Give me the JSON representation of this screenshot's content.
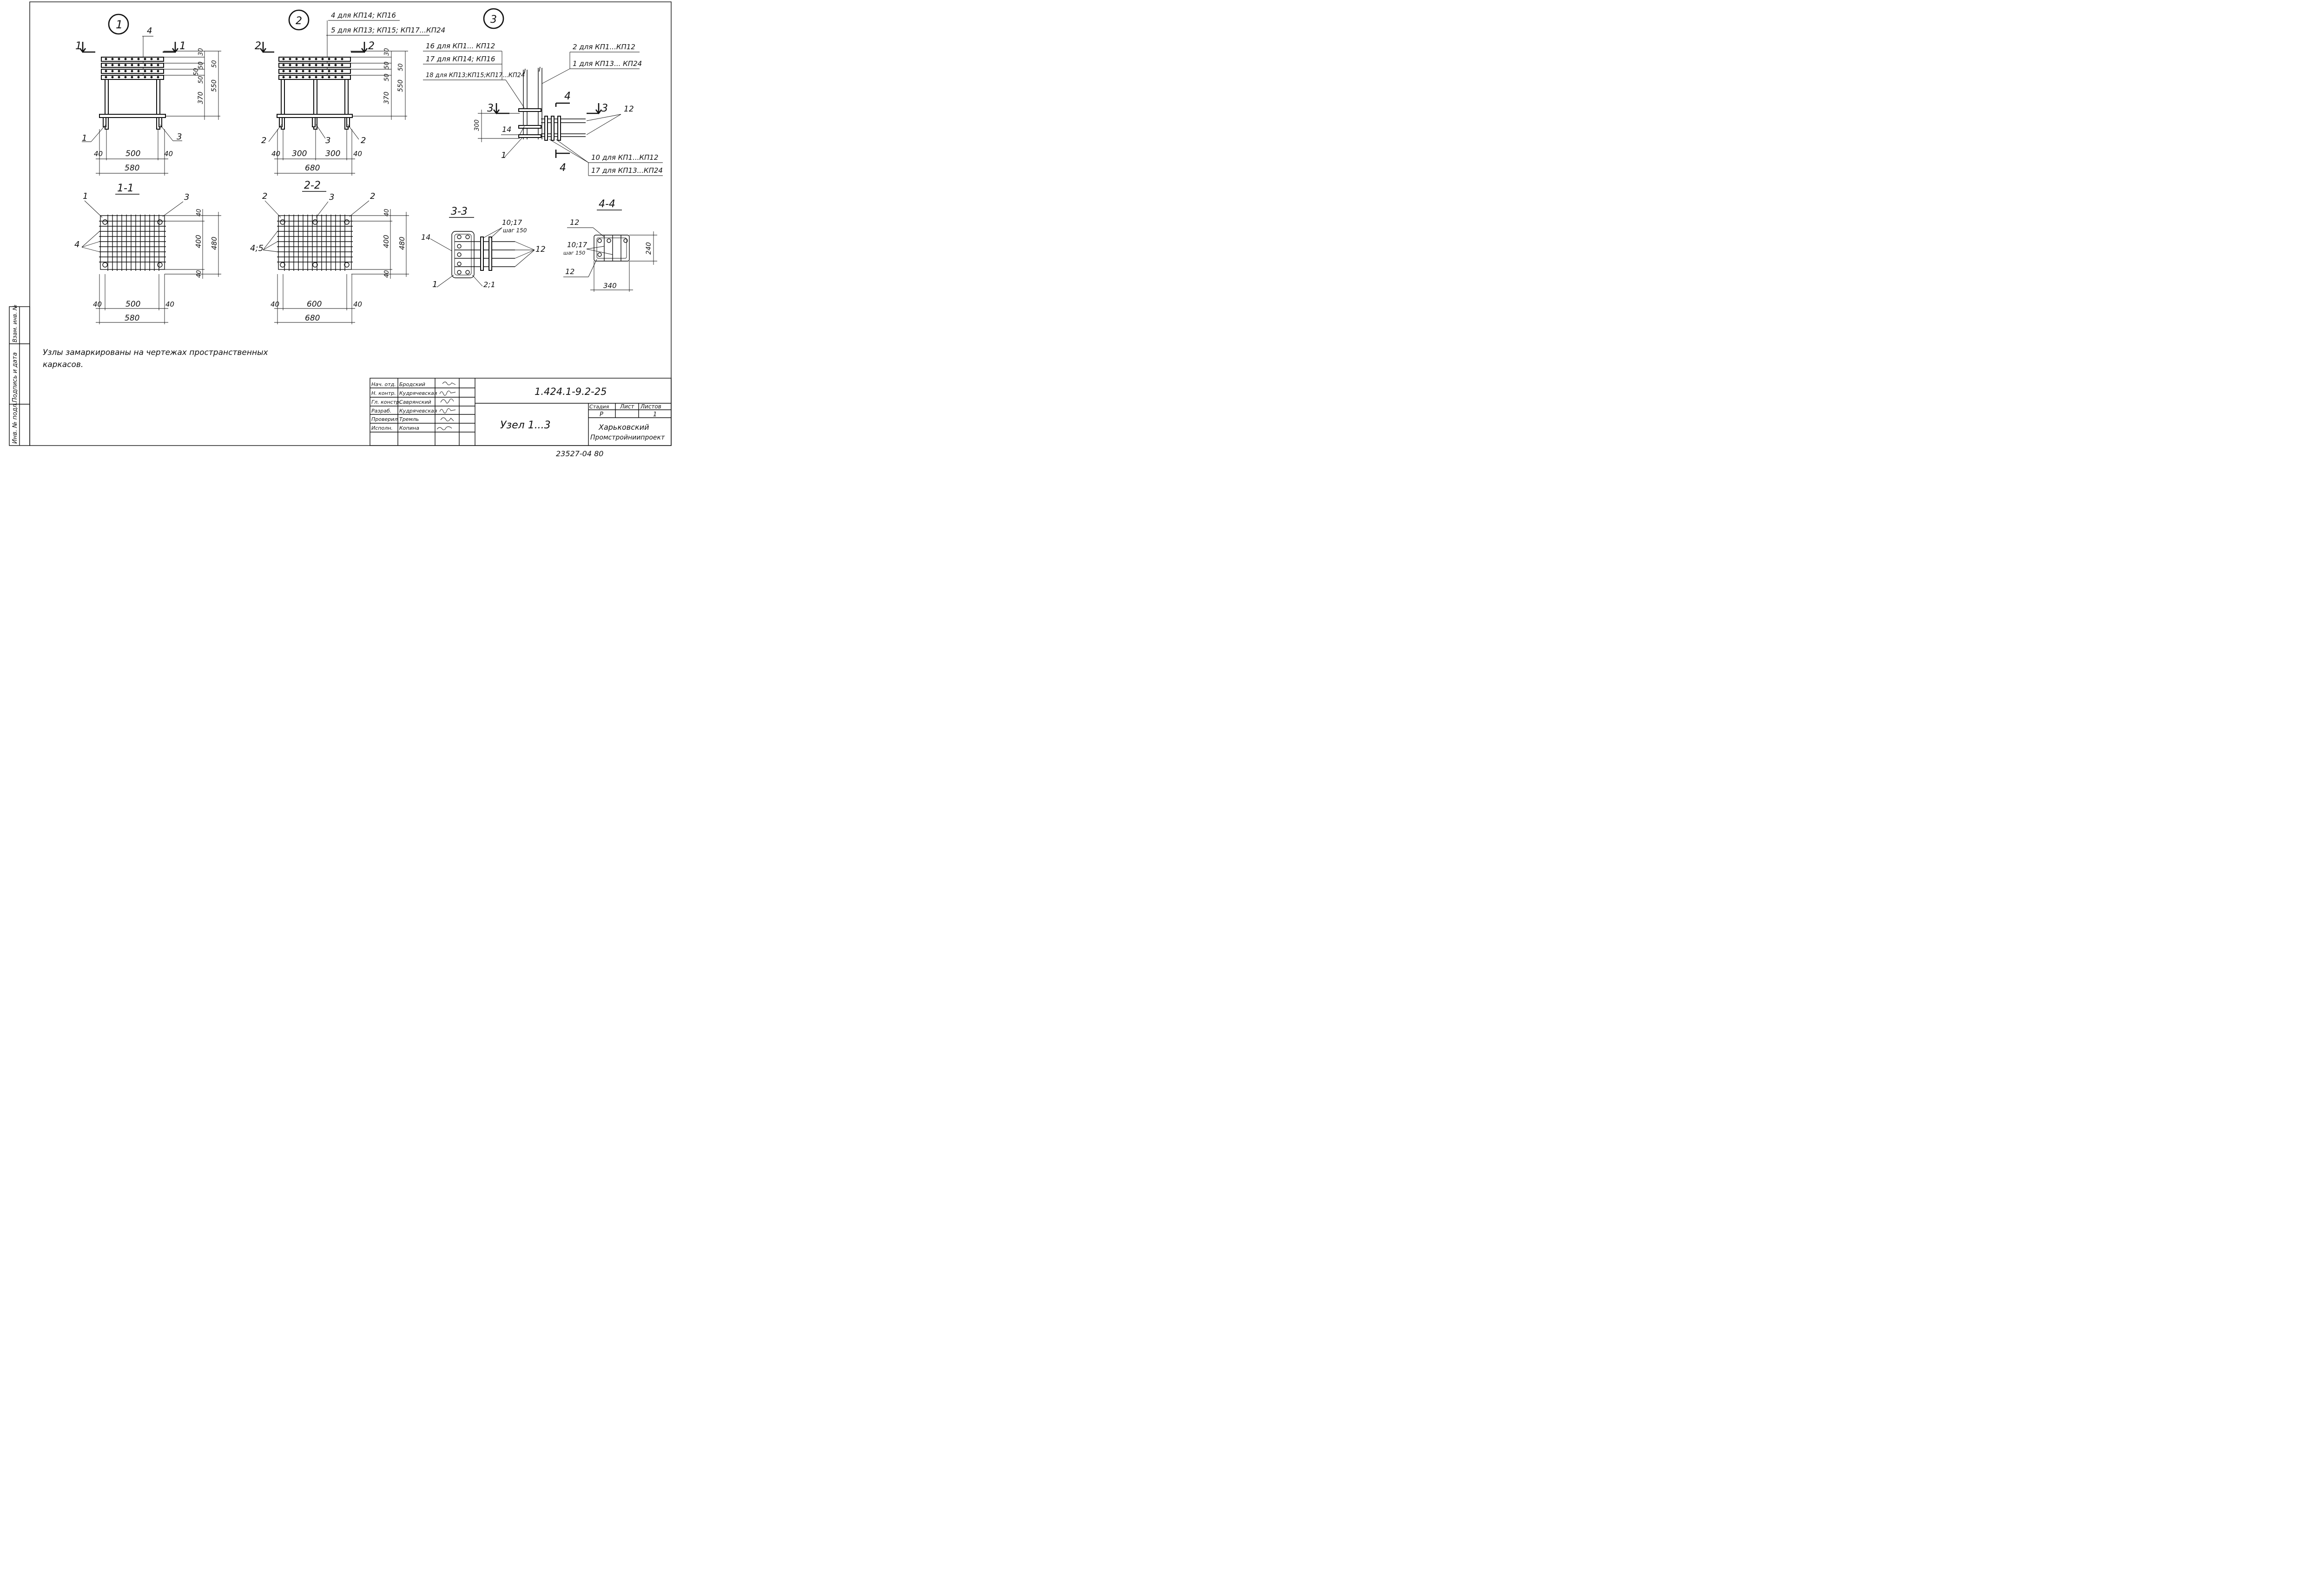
{
  "view1": {
    "node_no": "1",
    "section_left": "1",
    "section_right": "1",
    "pos_top": "4",
    "pos_left": "1",
    "pos_right": "3",
    "dims": {
      "a": "30",
      "b": "50",
      "c": "50",
      "d": "50",
      "e": "370",
      "total_h": "550",
      "s1": "40",
      "mid": "500",
      "s2": "40",
      "total_w": "580"
    }
  },
  "view2": {
    "node_no": "2",
    "section_left": "2",
    "section_right": "2",
    "note_line1": "4 для КП14; КП16",
    "note_line2": "5 для КП13; КП15; КП17...КП24",
    "pos_left": "2",
    "pos_mid": "3",
    "pos_right": "2",
    "dims": {
      "a": "30",
      "b": "50",
      "c": "50",
      "d": "50",
      "e": "370",
      "total_h": "550",
      "s1": "40",
      "m1": "300",
      "m2": "300",
      "s2": "40",
      "total_w": "680"
    }
  },
  "view3": {
    "node_no": "3",
    "note_a1": "16 для КП1... КП12",
    "note_a2": "17 для КП14; КП16",
    "note_a3": "18 для КП13;КП15;КП17...КП24",
    "note_b1": "2 для КП1...КП12",
    "note_b2": "1 для КП13... КП24",
    "note_c1": "10 для КП1...КП12",
    "note_c2": "17 для КП13...КП24",
    "sec3": "3",
    "sec4": "4",
    "pos_14": "14",
    "pos_1": "1",
    "pos_12": "12",
    "dim_300": "300"
  },
  "sec11": {
    "title": "1-1",
    "pos_left": "1",
    "pos_right": "3",
    "pos_bars": "4",
    "dims": {
      "t1": "40",
      "mid": "400",
      "t2": "40",
      "total_h": "480",
      "s1": "40",
      "w": "500",
      "s2": "40",
      "total_w": "580"
    }
  },
  "sec22": {
    "title": "2-2",
    "pos_left": "2",
    "pos_mid": "3",
    "pos_right": "2",
    "pos_bars": "4;5",
    "dims": {
      "t1": "40",
      "mid": "400",
      "t2": "40",
      "total_h": "480",
      "s1": "40",
      "w": "600",
      "s2": "40",
      "total_w": "680"
    }
  },
  "sec33": {
    "title": "3-3",
    "pos_14": "14",
    "pos_1": "1",
    "pos_21": "2;1",
    "pos_1017": "10;17",
    "step": "шаг 150",
    "pos_12": "12"
  },
  "sec44": {
    "title": "4-4",
    "pos_12a": "12",
    "pos_12b": "12",
    "pos_1017": "10;17",
    "step": "шаг 150",
    "dim_h": "240",
    "dim_w": "340"
  },
  "note": {
    "line1": "Узлы замаркированы на чертежах пространственных",
    "line2": "каркасов."
  },
  "side_stamp": {
    "cells": [
      "Инв. № подл.",
      "Подпись и дата",
      "Взам. инв. №"
    ]
  },
  "title_block": {
    "doc_code": "1.424.1-9.2-25",
    "sheet_title": "Узел 1...3",
    "roles": [
      {
        "role": "Нач. отд.",
        "name": "Бродский"
      },
      {
        "role": "Н. контр.",
        "name": "Кудрячевская"
      },
      {
        "role": "Гл. констр.",
        "name": "Саврянский"
      },
      {
        "role": "Разраб.",
        "name": "Кудрячевская"
      },
      {
        "role": "Проверил",
        "name": "Тремль"
      },
      {
        "role": "Исполн.",
        "name": "Копина"
      }
    ],
    "stage_label": "Стадия",
    "sheet_label": "Лист",
    "sheets_label": "Листов",
    "stage_value": "Р",
    "sheets_value": "1",
    "org_line1": "Харьковский",
    "org_line2": "Промстройниипроект"
  },
  "archive_no": "23527-04 80"
}
